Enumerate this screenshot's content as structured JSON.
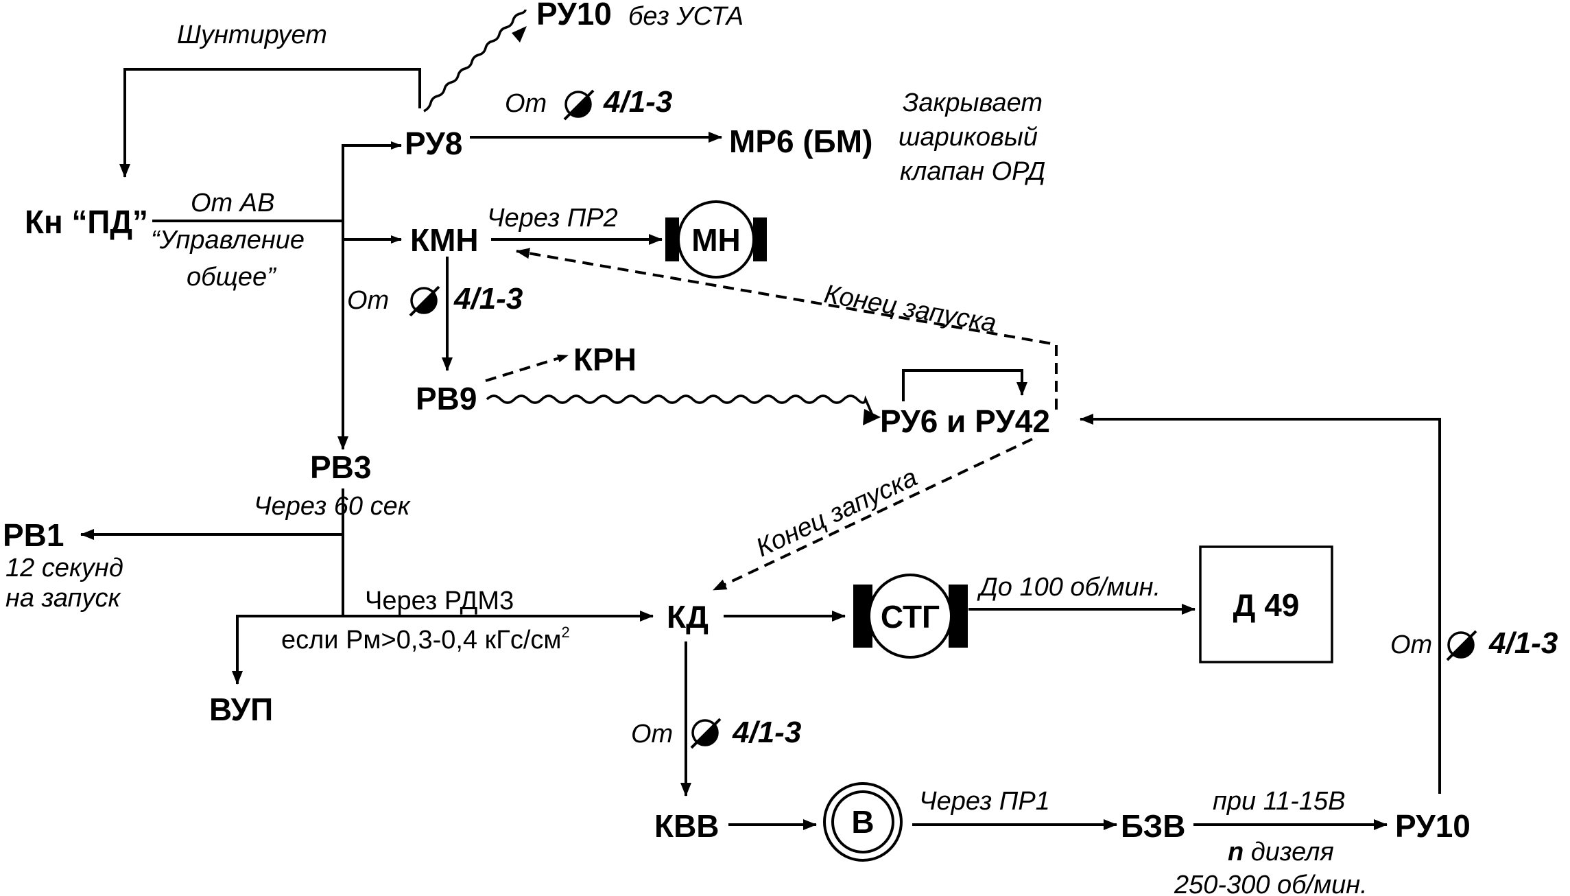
{
  "nodes": {
    "kn_pd": "Кн “ПД”",
    "ru10_top": "РУ10",
    "ru10_top_note": "без УСТА",
    "ru8": "РУ8",
    "mr6": "МР6 (БМ)",
    "kmn": "КМН",
    "mn": "МН",
    "krn": "КРН",
    "rv9": "РВ9",
    "ru6_ru42": "РУ6 и РУ42",
    "rv3": "РВ3",
    "rv1": "РВ1",
    "vup": "ВУП",
    "kd": "КД",
    "stg": "СТГ",
    "d49": "Д 49",
    "kvv": "КВВ",
    "v": "В",
    "bzv": "БЗВ",
    "ru10_bottom": "РУ10"
  },
  "labels": {
    "shuntiruet": "Шунтирует",
    "ot_av": "От АВ",
    "upravlenie_1": "“Управление",
    "upravlenie_2": "общее”",
    "ot": "От",
    "src_code": "4/1-3",
    "zakryvaet_1": "Закрывает",
    "zakryvaet_2": "шариковый",
    "zakryvaet_3": "клапан ОРД",
    "cherez_pr2": "Через ПР2",
    "konec_zapuska": "Конец запуска",
    "cherez_60": "Через 60 сек",
    "rv1_note_1": "12 секунд",
    "rv1_note_2": "на запуск",
    "cherez_rdm3": "Через РДМ3",
    "esli_pm": "если Рм>0,3-0,4 кГс/см",
    "esli_pm_sup": "2",
    "do_100": "До 100 об/мин.",
    "cherez_pr1": "Через ПР1",
    "pri_11_15": "при 11-15В",
    "n_letter": "n",
    "n_dizelya": " дизеля",
    "rpm_250": "250-300 об/мин."
  }
}
